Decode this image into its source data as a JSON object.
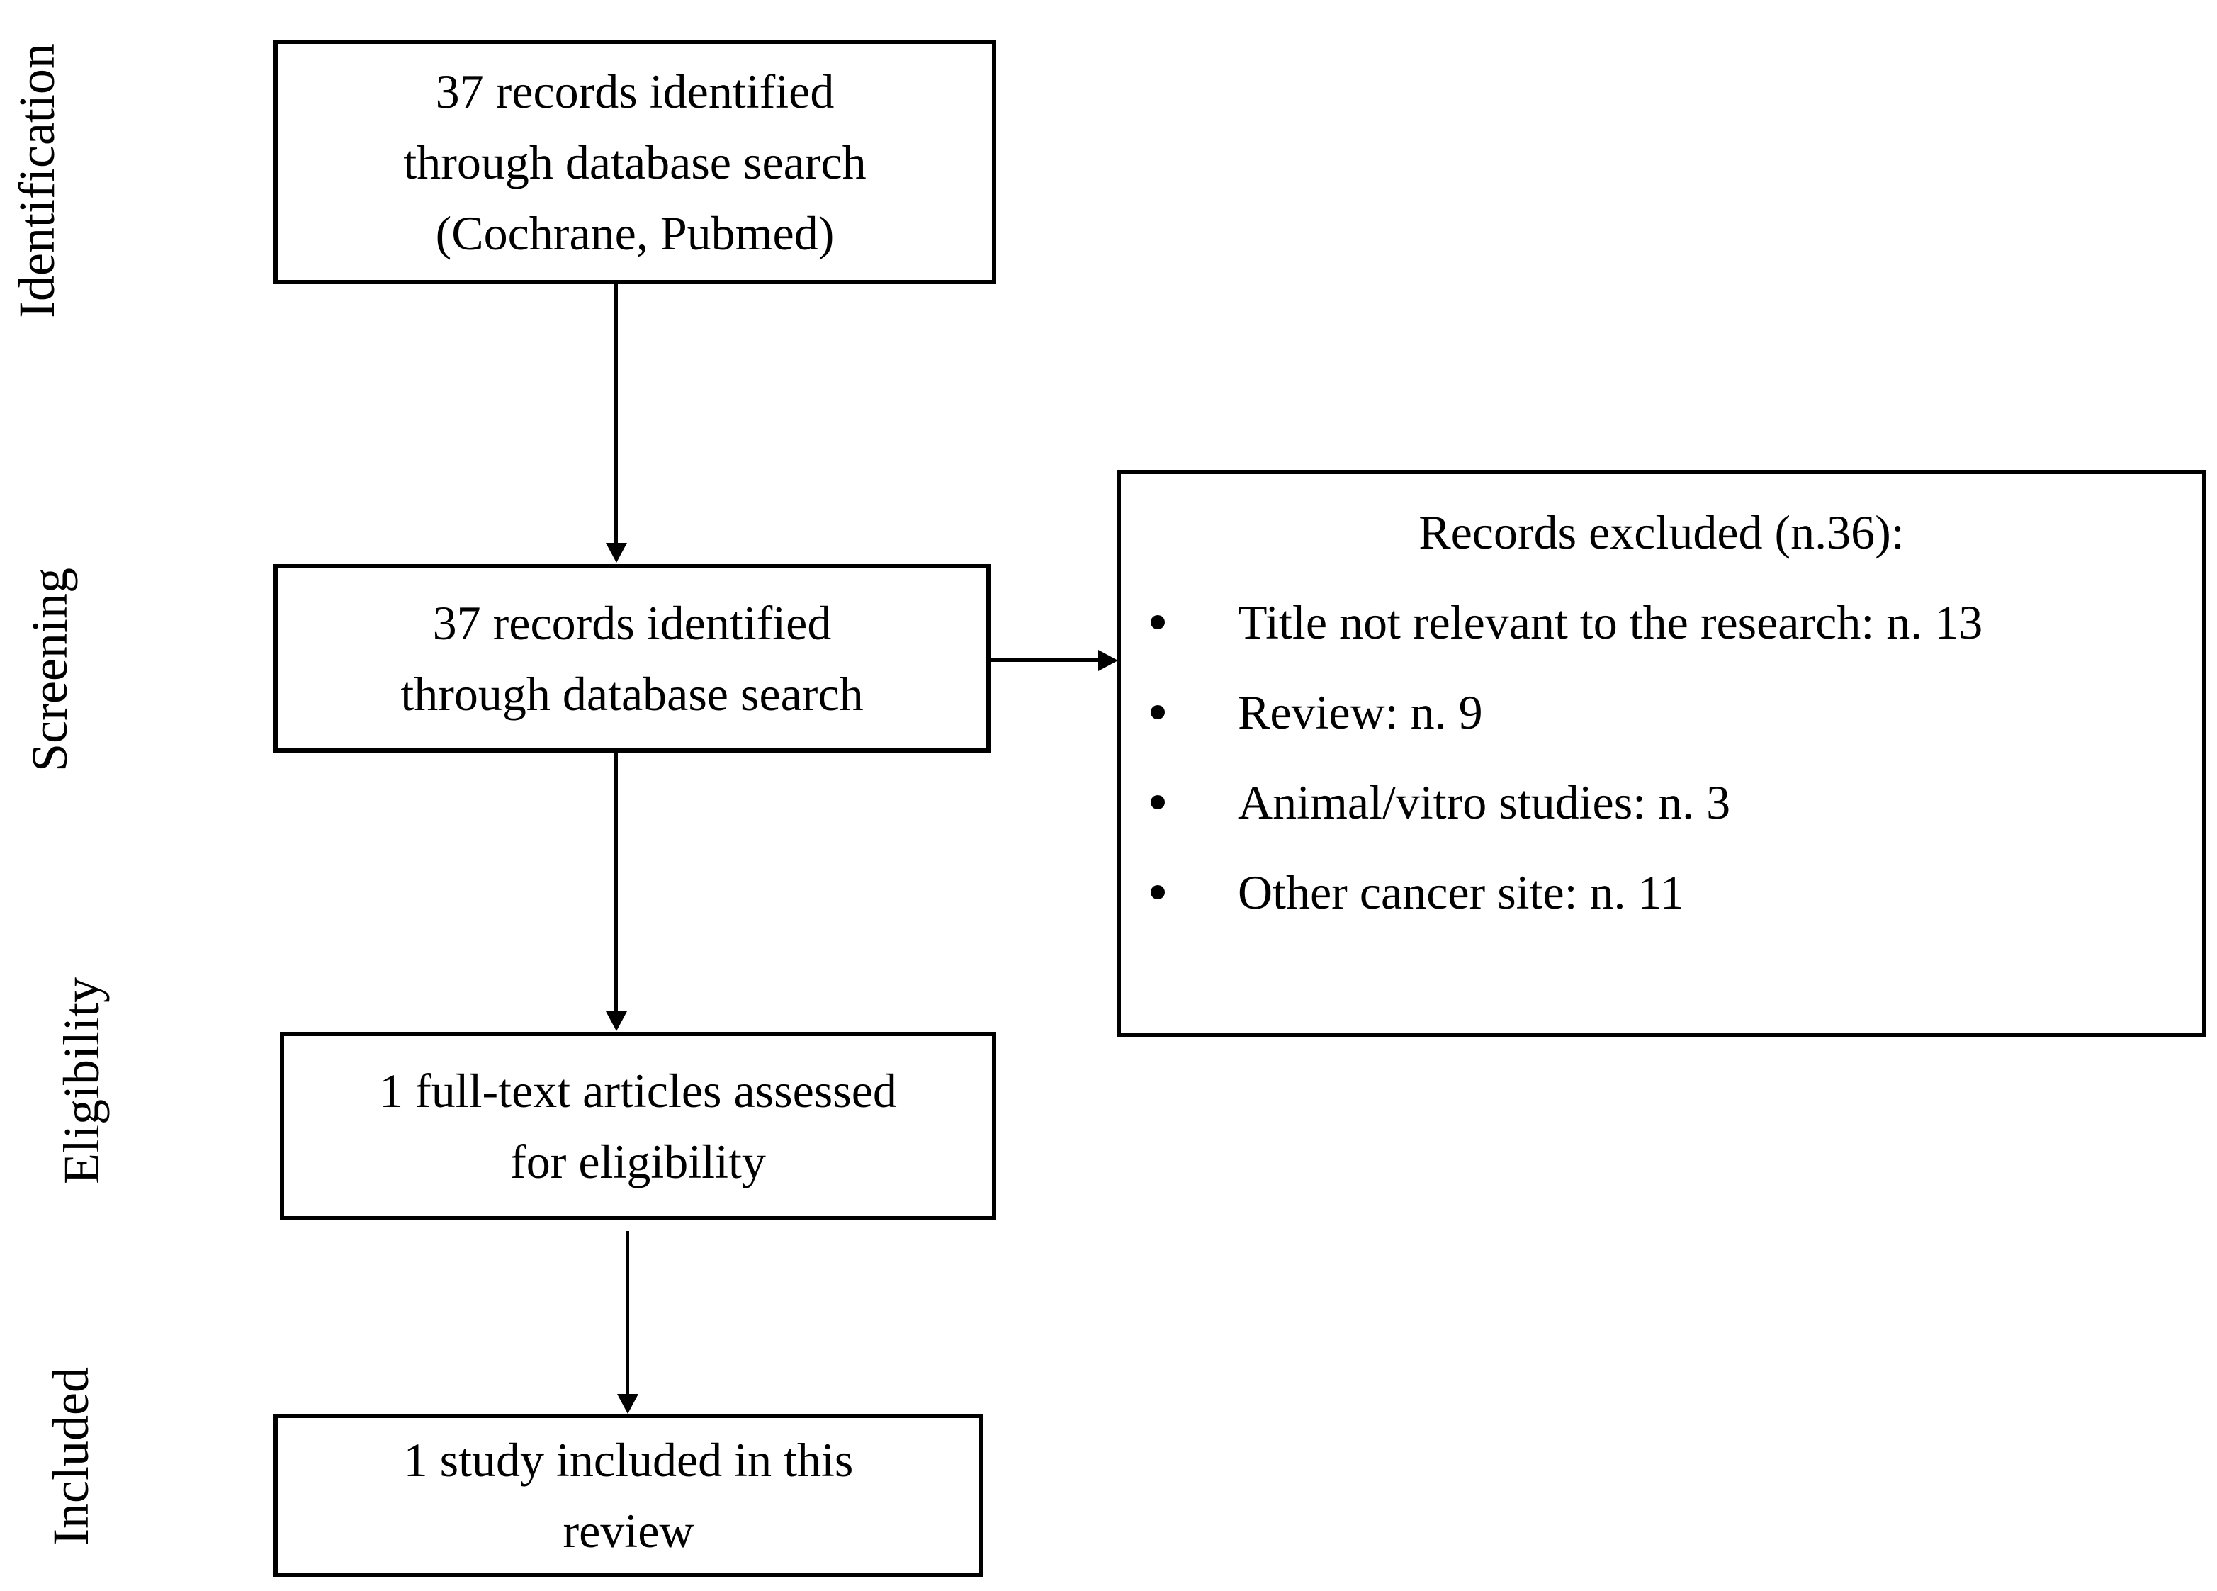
{
  "stages": {
    "identification": "Identification",
    "screening": "Screening",
    "eligibility": "Eligibility",
    "included": "Included"
  },
  "identification_box": {
    "lines": [
      "37 records identified",
      "through database search",
      "(Cochrane, Pubmed)"
    ]
  },
  "screening_box": {
    "lines": [
      "37 records identified",
      "through database search"
    ]
  },
  "eligibility_box": {
    "lines": [
      "1 full-text articles assessed",
      "for eligibility"
    ]
  },
  "included_box": {
    "lines": [
      "1 study included in this",
      "review"
    ]
  },
  "excluded_box": {
    "title": "Records excluded (n.36):",
    "items": [
      "Title not relevant to the research: n. 13",
      "Review: n. 9",
      "Animal/vitro studies: n. 3",
      "Other cancer site: n. 11"
    ]
  }
}
